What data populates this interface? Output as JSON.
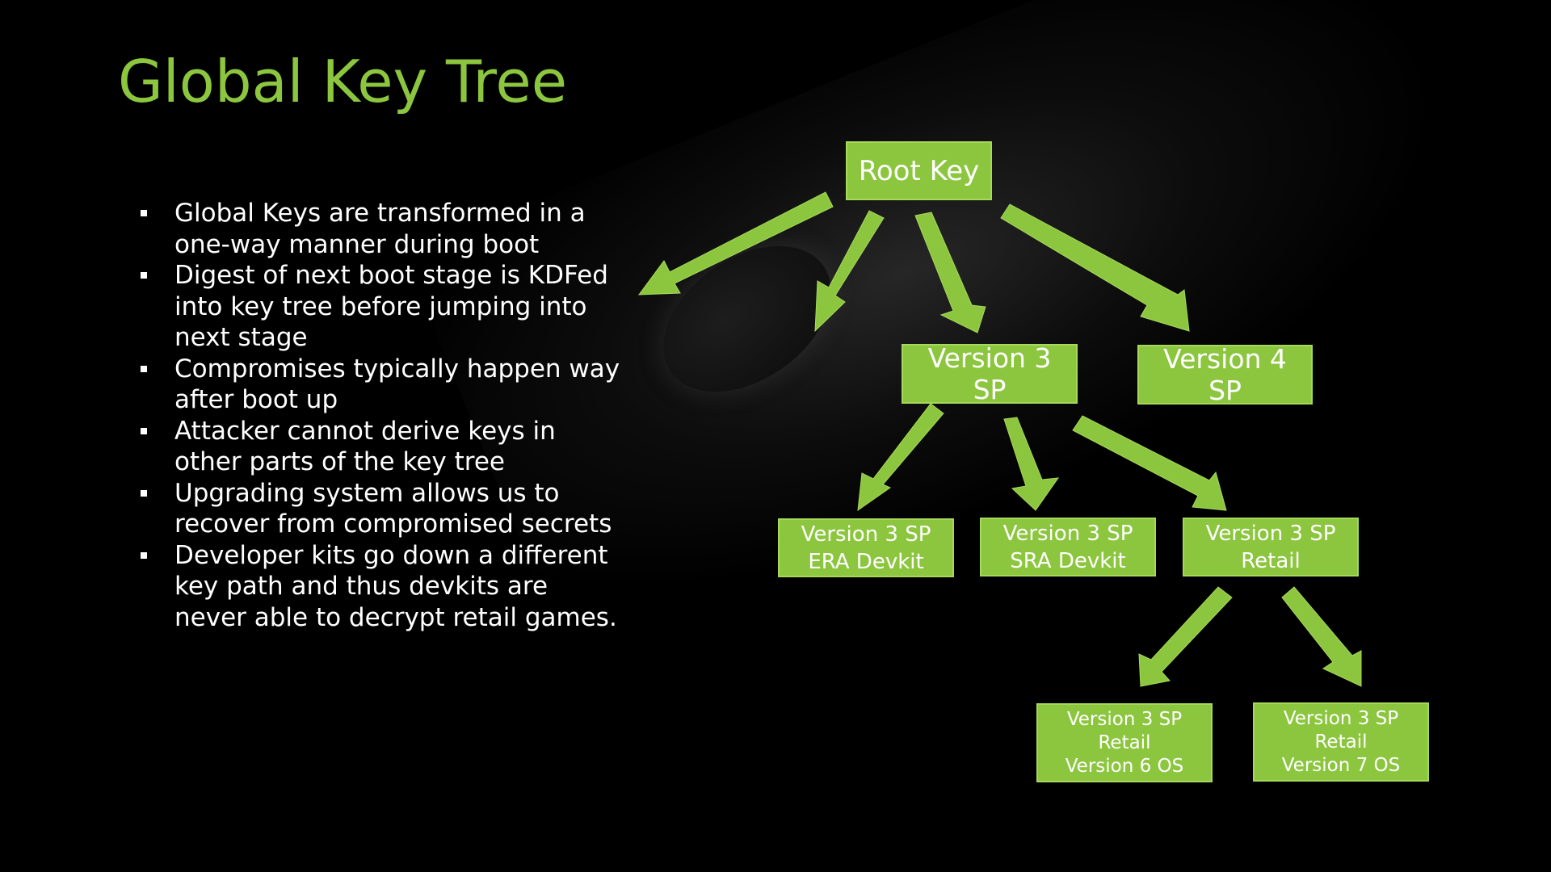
{
  "title": "Global Key Tree",
  "bullets": [
    "Global Keys are transformed in a one-way manner during boot",
    "Digest of next boot stage is KDFed into key tree before jumping into next stage",
    "Compromises typically happen way after boot up",
    "Attacker cannot derive keys in other parts of the key tree",
    "Upgrading system allows us to recover from compromised secrets",
    "Developer kits go down a different key path and thus devkits are never able to decrypt retail games."
  ],
  "tree": {
    "root": "Root Key",
    "version3_sp": "Version 3\nSP",
    "version4_sp": "Version 4\nSP",
    "era_devkit": "Version 3 SP\nERA Devkit",
    "sra_devkit": "Version 3 SP\nSRA Devkit",
    "retail": "Version 3 SP\nRetail",
    "retail_os6": "Version 3 SP\nRetail\nVersion 6 OS",
    "retail_os7": "Version 3 SP\nRetail\nVersion 7 OS"
  },
  "colors": {
    "accent": "#8cc63f",
    "text": "#ffffff",
    "background": "#000000"
  }
}
